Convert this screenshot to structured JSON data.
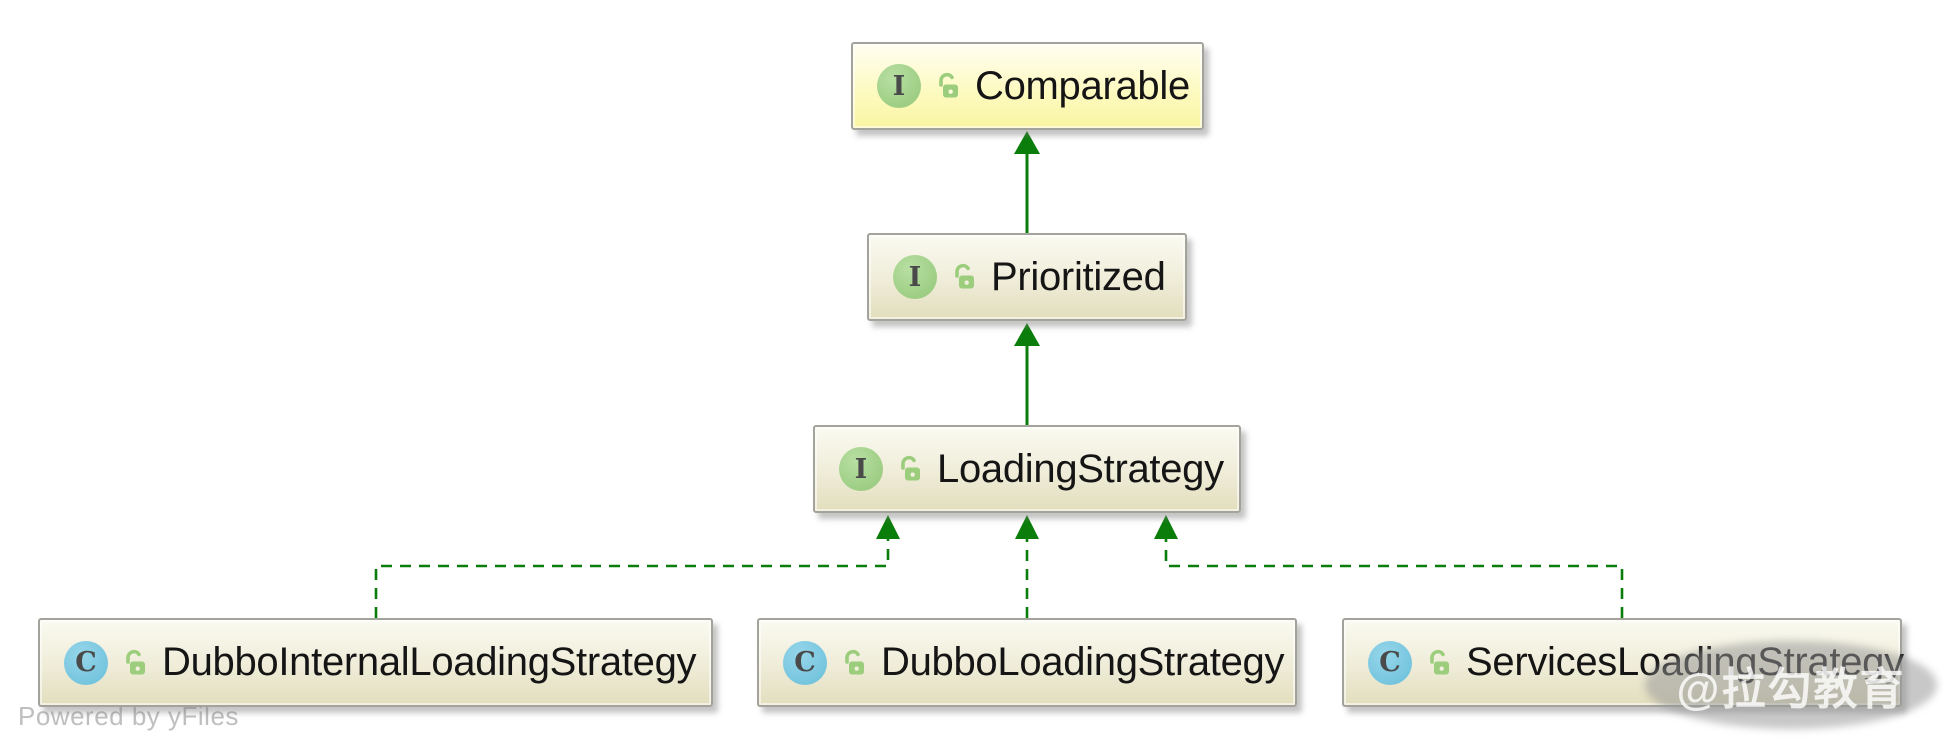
{
  "diagram": {
    "tool_footer": "Powered by yFiles",
    "watermark_text": "@拉勾教育",
    "icons": {
      "interface_badge_letter": "I",
      "class_badge_letter": "C",
      "visibility_icon": "open-padlock"
    },
    "nodes": {
      "comparable": {
        "label": "Comparable",
        "type": "interface",
        "highlighted": true
      },
      "prioritized": {
        "label": "Prioritized",
        "type": "interface",
        "highlighted": false
      },
      "loading_strategy": {
        "label": "LoadingStrategy",
        "type": "interface",
        "highlighted": false
      },
      "dubbo_internal": {
        "label": "DubboInternalLoadingStrategy",
        "type": "class",
        "highlighted": false
      },
      "dubbo": {
        "label": "DubboLoadingStrategy",
        "type": "class",
        "highlighted": false
      },
      "services": {
        "label": "ServicesLoadingStrategy",
        "type": "class",
        "highlighted": false
      }
    },
    "edges": [
      {
        "from": "Prioritized",
        "to": "Comparable",
        "relation": "extends",
        "line": "solid"
      },
      {
        "from": "LoadingStrategy",
        "to": "Prioritized",
        "relation": "extends",
        "line": "solid"
      },
      {
        "from": "DubboInternalLoadingStrategy",
        "to": "LoadingStrategy",
        "relation": "implements",
        "line": "dashed"
      },
      {
        "from": "DubboLoadingStrategy",
        "to": "LoadingStrategy",
        "relation": "implements",
        "line": "dashed"
      },
      {
        "from": "ServicesLoadingStrategy",
        "to": "LoadingStrategy",
        "relation": "implements",
        "line": "dashed"
      }
    ],
    "colors": {
      "edge_green": "#0a7d0a",
      "interface_badge_green": "#9ccd82",
      "class_badge_blue": "#74c4de",
      "lock_green": "#9bcd7c",
      "node_fill_top": "#fafaf1",
      "node_fill_bottom": "#e2debd",
      "highlight_fill_top": "#fffef2",
      "highlight_fill_bottom": "#f9f5a2",
      "node_border": "#a3a39b"
    }
  }
}
